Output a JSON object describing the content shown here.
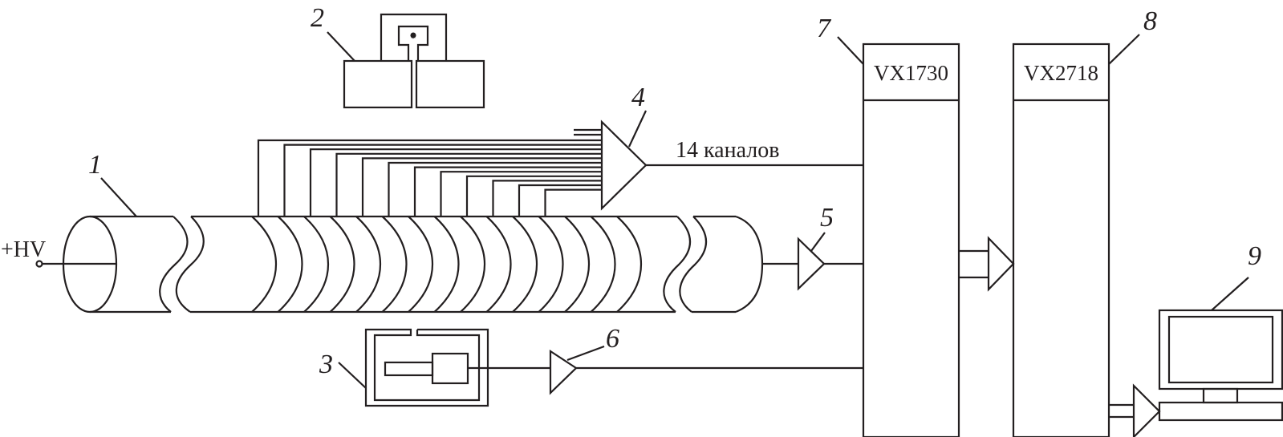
{
  "diagram": {
    "title": "Experimental setup block diagram",
    "hv_label": "+HV",
    "channels_label": "14 каналов",
    "channel_count": 14,
    "modules": {
      "digitizer": "VX1730",
      "bridge": "VX2718"
    },
    "callouts": [
      {
        "number": "1",
        "refers_to": "drift tube / detector with high-voltage wire"
      },
      {
        "number": "2",
        "refers_to": "radioactive source holder (collimator)"
      },
      {
        "number": "3",
        "refers_to": "trigger scintillation counter in shielding"
      },
      {
        "number": "4",
        "refers_to": "multi-channel preamplifier"
      },
      {
        "number": "5",
        "refers_to": "anode signal amplifier"
      },
      {
        "number": "6",
        "refers_to": "trigger amplifier"
      },
      {
        "number": "7",
        "refers_to": "VX1730 digitizer"
      },
      {
        "number": "8",
        "refers_to": "VX2718 VME bridge"
      },
      {
        "number": "9",
        "refers_to": "computer"
      }
    ],
    "colors": {
      "stroke": "#231f20",
      "background": "#ffffff"
    }
  }
}
